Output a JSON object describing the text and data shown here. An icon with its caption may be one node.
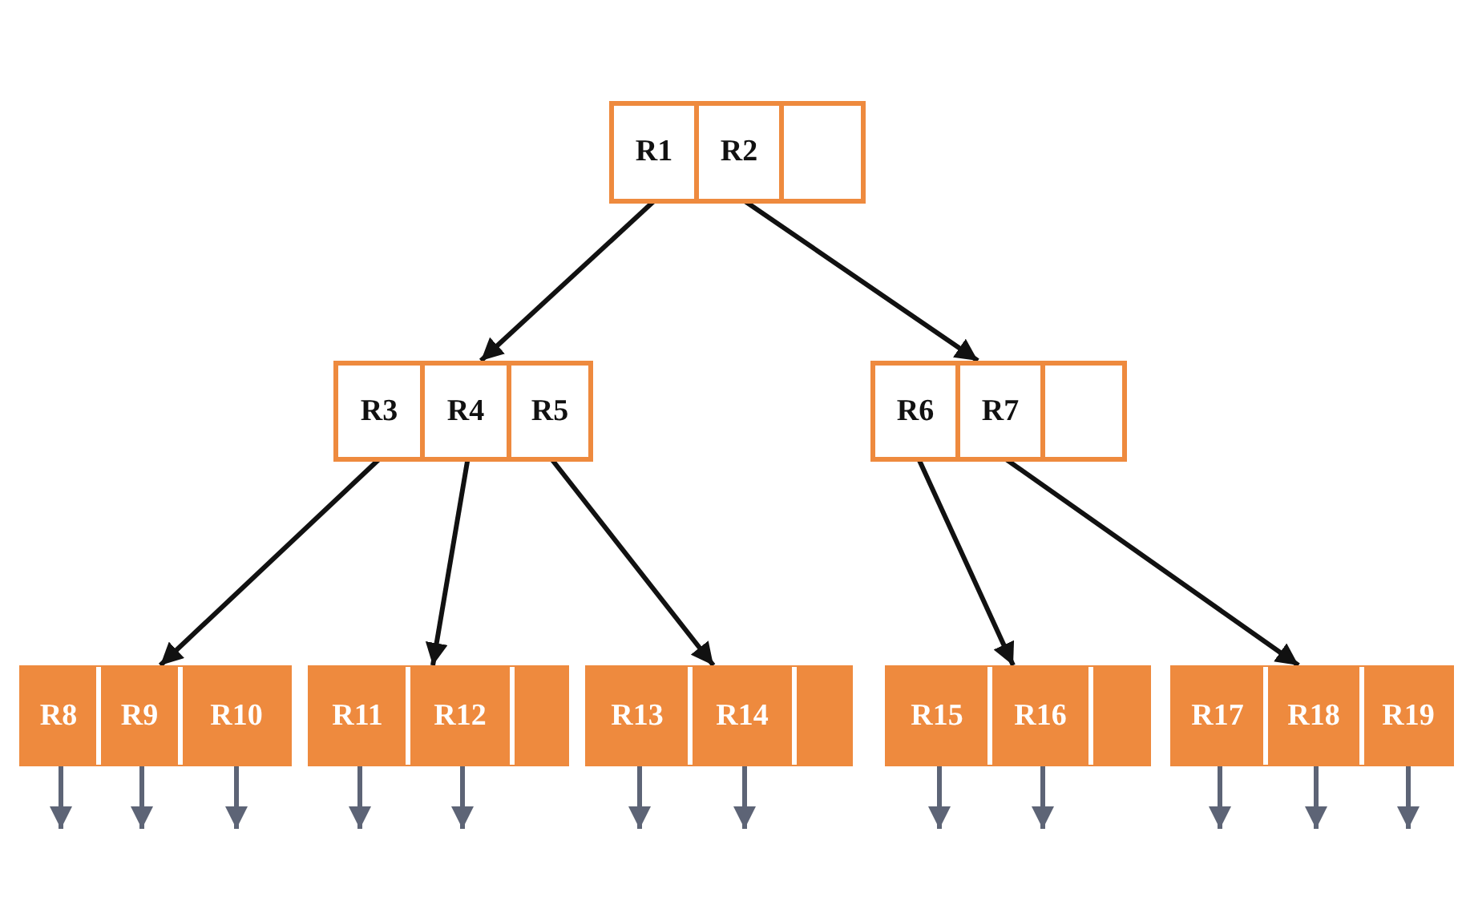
{
  "diagram": {
    "nodes": [
      {
        "text": [],
        "shape": "box"
      },
      {
        "text": [
          "R1"
        ],
        "in": 0
      },
      {
        "text": [
          "R2"
        ],
        "in": 0
      },
      {
        "text": [],
        "shape": "box",
        "in": 0
      },
      {
        "text": [],
        "shape": "box"
      },
      {
        "text": [
          "R3"
        ],
        "in": 4
      },
      {
        "text": [
          "R4"
        ],
        "in": 4
      },
      {
        "text": [
          "R5"
        ],
        "in": 4
      },
      {
        "text": [],
        "shape": "box"
      },
      {
        "text": [
          "R6"
        ],
        "in": 8
      },
      {
        "text": [
          "R7"
        ],
        "in": 8
      },
      {
        "text": [],
        "shape": "box",
        "in": 8
      },
      {
        "text": [],
        "shape": "box"
      },
      {
        "text": [
          "R8"
        ],
        "in": 12
      },
      {
        "text": [
          "R9"
        ],
        "in": 12
      },
      {
        "text": [
          "R10"
        ],
        "in": 12
      },
      {
        "text": [],
        "shape": "box"
      },
      {
        "text": [
          "R11"
        ],
        "in": 16
      },
      {
        "text": [
          "R12"
        ],
        "in": 16
      },
      {
        "text": [],
        "shape": "box",
        "in": 16
      },
      {
        "text": [],
        "shape": "box"
      },
      {
        "text": [
          "R13"
        ],
        "in": 20
      },
      {
        "text": [
          "R14"
        ],
        "in": 20
      },
      {
        "text": [],
        "shape": "box",
        "in": 20
      },
      {
        "text": [],
        "shape": "box"
      },
      {
        "text": [
          "R15"
        ],
        "in": 24
      },
      {
        "text": [
          "R16"
        ],
        "in": 24
      },
      {
        "text": [],
        "shape": "box",
        "in": 24
      },
      {
        "text": [],
        "shape": "box"
      },
      {
        "text": [
          "R17"
        ],
        "in": 28
      },
      {
        "text": [
          "R18"
        ],
        "in": 28
      },
      {
        "text": [
          "R19"
        ],
        "in": 28
      }
    ],
    "edges": [
      {
        "from": 1,
        "to": 4,
        "arrow": "to",
        "color": "#111111"
      },
      {
        "from": 2,
        "to": 8,
        "arrow": "to",
        "color": "#111111"
      },
      {
        "from": 5,
        "to": 12,
        "arrow": "to",
        "color": "#111111"
      },
      {
        "from": 6,
        "to": 16,
        "arrow": "to",
        "color": "#111111"
      },
      {
        "from": 7,
        "to": 20,
        "arrow": "to",
        "color": "#111111"
      },
      {
        "from": 9,
        "to": 24,
        "arrow": "to",
        "color": "#111111"
      },
      {
        "from": 10,
        "to": 28,
        "arrow": "to",
        "color": "#111111"
      },
      {
        "from": 13,
        "to": null,
        "arrow": "to"
      },
      {
        "from": 14,
        "to": null,
        "arrow": "to"
      },
      {
        "from": 15,
        "to": null,
        "arrow": "to"
      },
      {
        "from": 17,
        "to": null,
        "arrow": "to"
      },
      {
        "from": 18,
        "to": null,
        "arrow": "to"
      },
      {
        "from": 21,
        "to": null,
        "arrow": "to"
      },
      {
        "from": 22,
        "to": null,
        "arrow": "to"
      },
      {
        "from": 25,
        "to": null,
        "arrow": "to"
      },
      {
        "from": 26,
        "to": null,
        "arrow": "to"
      },
      {
        "from": 29,
        "to": null,
        "arrow": "to"
      },
      {
        "from": 30,
        "to": null,
        "arrow": "to"
      },
      {
        "from": 31,
        "to": null,
        "arrow": "to"
      }
    ]
  }
}
